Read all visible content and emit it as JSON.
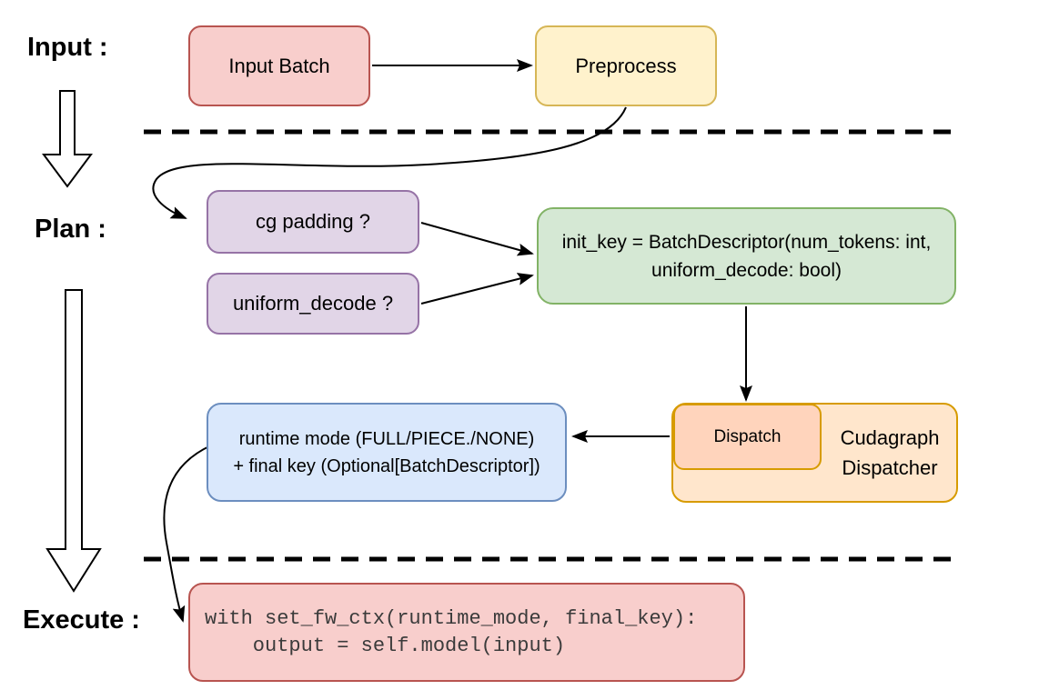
{
  "sections": {
    "input_label": "Input :",
    "plan_label": "Plan :",
    "execute_label": "Execute :"
  },
  "nodes": {
    "input_batch": {
      "label": "Input Batch",
      "fill": "#f8cecc",
      "stroke": "#b85450"
    },
    "preprocess": {
      "label": "Preprocess",
      "fill": "#fff2cc",
      "stroke": "#d6b656"
    },
    "cg_padding": {
      "label": "cg padding ?",
      "fill": "#e1d5e7",
      "stroke": "#9673a6"
    },
    "uniform_decode": {
      "label": "uniform_decode ?",
      "fill": "#e1d5e7",
      "stroke": "#9673a6"
    },
    "init_key": {
      "line1": "init_key = BatchDescriptor(num_tokens: int,",
      "line2": "uniform_decode: bool)",
      "fill": "#d5e8d4",
      "stroke": "#82b366"
    },
    "runtime_mode": {
      "line1": "runtime mode (FULL/PIECE./NONE)",
      "line2": "+ final key (Optional[BatchDescriptor])",
      "fill": "#dae8fc",
      "stroke": "#6c8ebf"
    },
    "dispatch": {
      "label": "Dispatch",
      "fill": "#ffd4bc",
      "stroke": "#d79b00"
    },
    "cudagraph_dispatcher": {
      "line1": "Cudagraph",
      "line2": "Dispatcher",
      "fill": "#ffe6cc",
      "stroke": "#d79b00"
    },
    "execute_code": {
      "line1": "with set_fw_ctx(runtime_mode, final_key):",
      "line2": "    output = self.model(input)",
      "fill": "#f8cecc",
      "stroke": "#b85450",
      "text_color": "#3b3b3b"
    }
  },
  "diagram": {
    "background": "#ffffff",
    "connector_color": "#000000"
  }
}
